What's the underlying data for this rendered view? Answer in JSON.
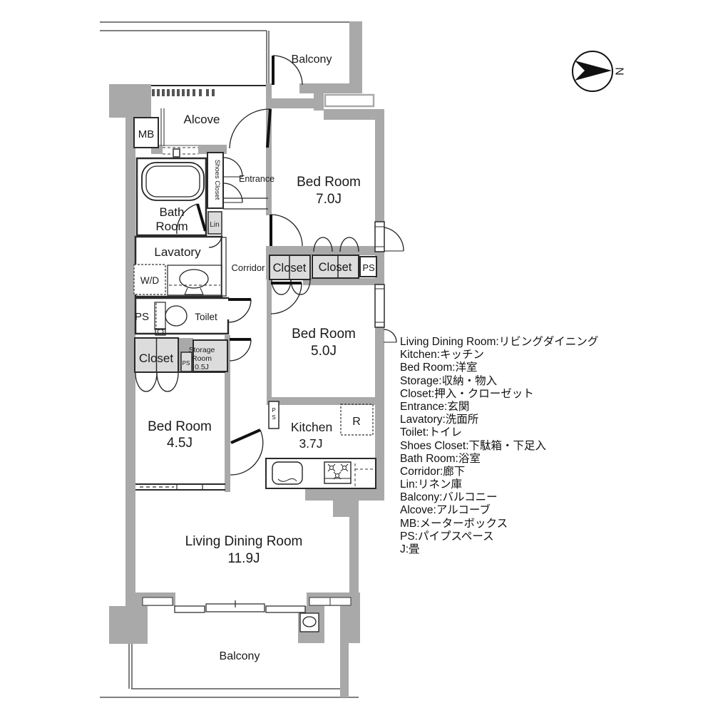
{
  "labels": {
    "balcony": "Balcony",
    "alcove": "Alcove",
    "mb": "MB",
    "bed_room": "Bed Room",
    "bed7_size": "7.0J",
    "bed5_size": "5.0J",
    "bed45_size": "4.5J",
    "bath_line1": "Bath",
    "bath_line2": "Room",
    "shoes_closet": "Shoes Closet",
    "entrance": "Entrance",
    "lin": "Lin",
    "corridor": "Corridor",
    "lavatory": "Lavatory",
    "wd": "W/D",
    "ps": "PS",
    "ps_vertical_p": "P",
    "ps_vertical_s": "S",
    "toilet": "Toilet",
    "closet": "Closet",
    "storage_line1": "Storage",
    "storage_line2": "Room",
    "storage_line3": "0.5J",
    "kitchen": "Kitchen",
    "kitchen_size": "3.7J",
    "fridge": "R",
    "ldr": "Living Dining Room",
    "ldr_size": "11.9J",
    "compass_north": "N"
  },
  "legend": {
    "items": [
      "Living Dining Room:リビングダイニング",
      "Kitchen:キッチン",
      "Bed Room:洋室",
      "Storage:収納・物入",
      "Closet:押入・クローゼット",
      "Entrance:玄関",
      "Lavatory:洗面所",
      "Toilet:トイレ",
      "Shoes Closet:下駄箱・下足入",
      "Bath Room:浴室",
      "Corridor:廊下",
      "Lin:リネン庫",
      "Balcony:バルコニー",
      "Alcove:アルコーブ",
      "MB:メーターボックス",
      "PS:パイプスペース",
      "J:畳"
    ]
  },
  "colors": {
    "wall": "#a9a9a9",
    "closet_fill": "#dcdcdc",
    "line": "#2a2a2a",
    "text": "#1a1a1a"
  }
}
